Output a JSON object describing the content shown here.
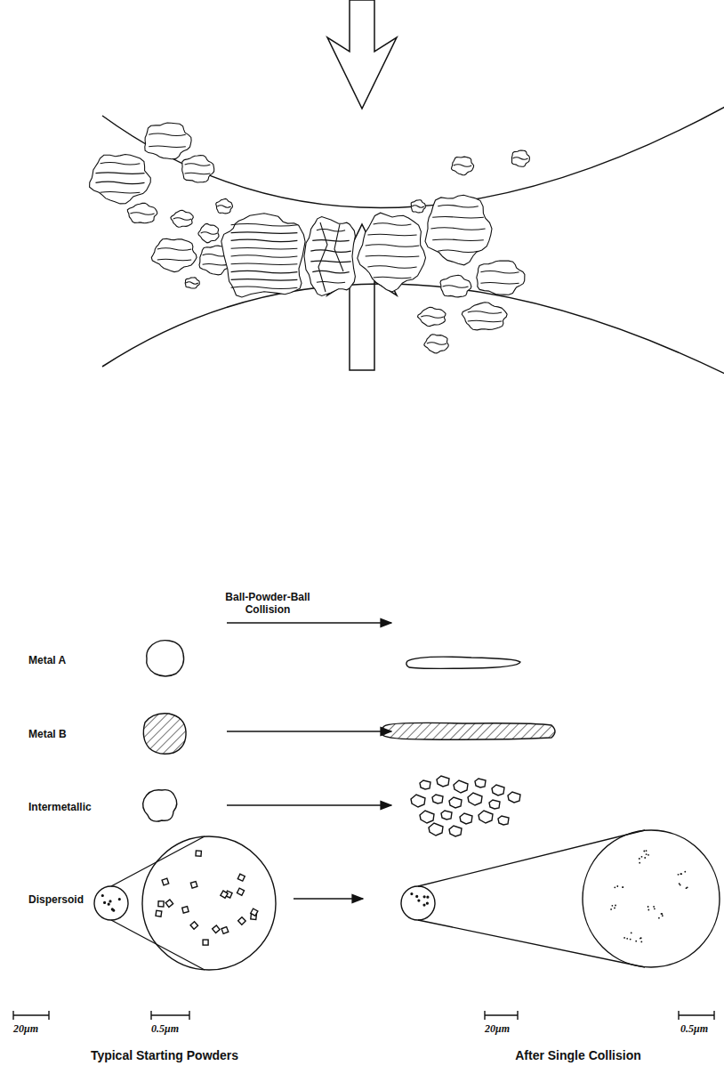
{
  "diagram": {
    "labels": [
      "Ball-Powder-Ball Collision",
      "Metal A",
      "Metal B",
      "Intermetallic",
      "Dispersoid",
      "20μm",
      "0.5μm",
      "20μm",
      "0.5μm",
      "Typical Starting Powders",
      "After Single Collision"
    ]
  }
}
